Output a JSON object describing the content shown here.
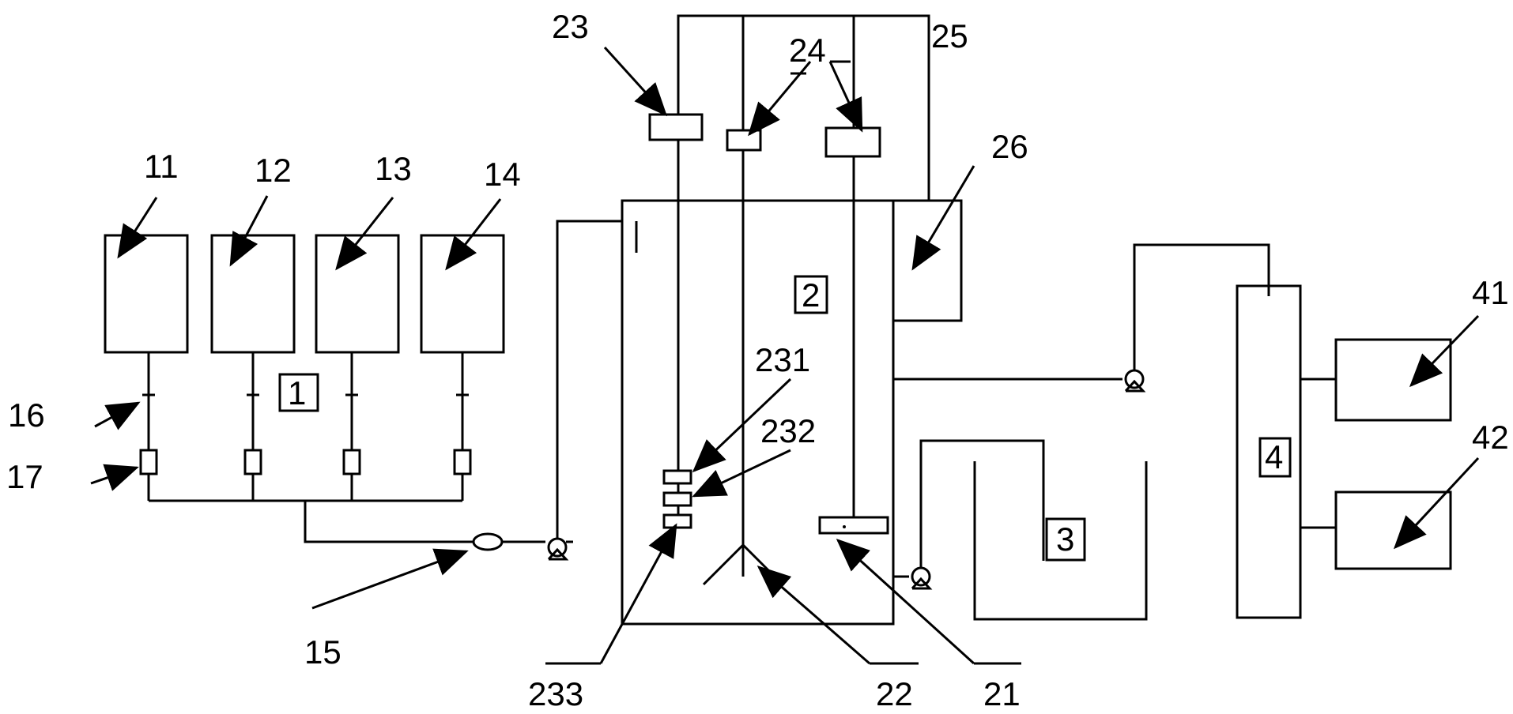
{
  "labels": {
    "l11": "11",
    "l12": "12",
    "l13": "13",
    "l14": "14",
    "l15": "15",
    "l16": "16",
    "l17": "17",
    "l21": "21",
    "l22": "22",
    "l23": "23",
    "l24": "24",
    "l25": "25",
    "l26": "26",
    "l231": "231",
    "l232": "232",
    "l233": "233",
    "l41": "41",
    "l42": "42"
  },
  "units": {
    "u1": "1",
    "u2": "2",
    "u3": "3",
    "u4": "4"
  }
}
